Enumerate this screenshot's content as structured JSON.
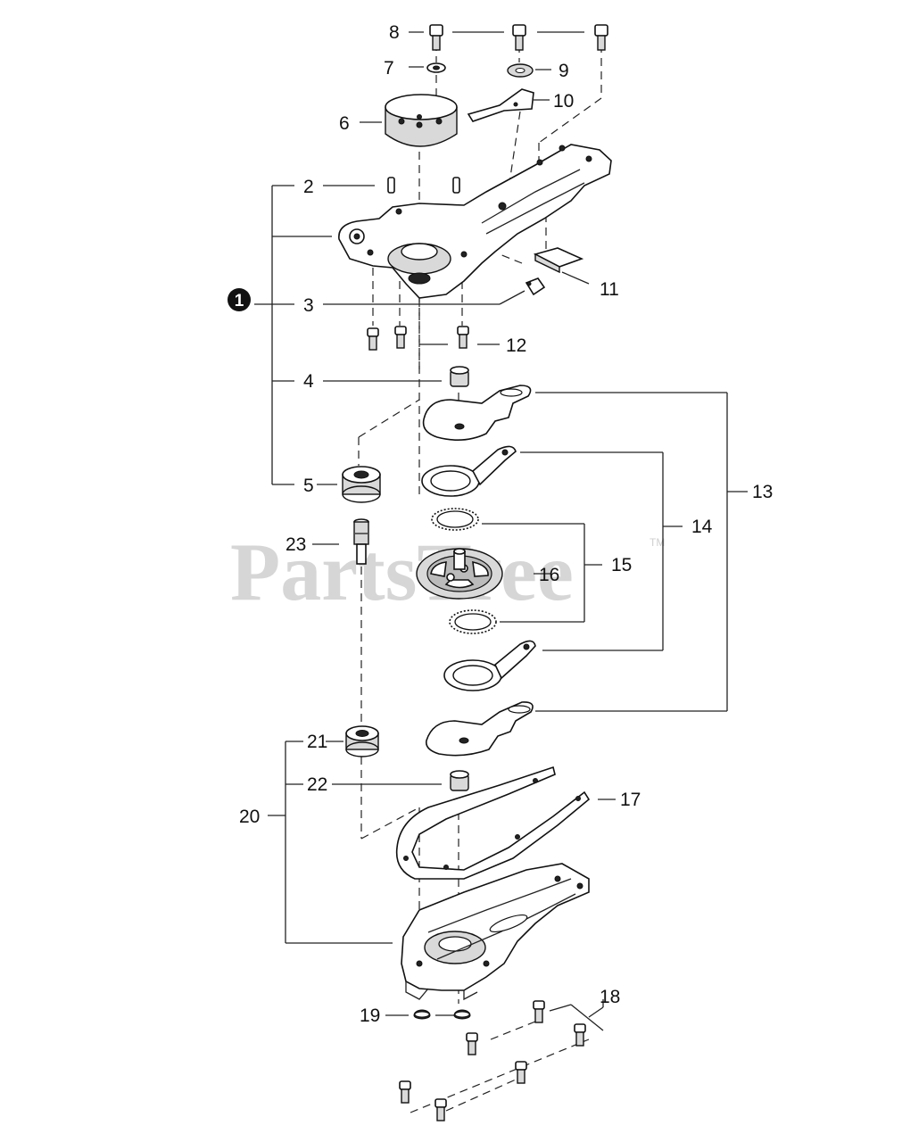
{
  "watermark": {
    "text": "PartsTree",
    "trademark": "TM"
  },
  "callouts": {
    "c1": "1",
    "c2": "2",
    "c3": "3",
    "c4": "4",
    "c5": "5",
    "c6": "6",
    "c7": "7",
    "c8": "8",
    "c9": "9",
    "c10": "10",
    "c11": "11",
    "c12": "12",
    "c13": "13",
    "c14": "14",
    "c15": "15",
    "c16": "16",
    "c17": "17",
    "c18": "18",
    "c19": "19",
    "c20": "20",
    "c21": "21",
    "c22": "22",
    "c23": "23"
  }
}
